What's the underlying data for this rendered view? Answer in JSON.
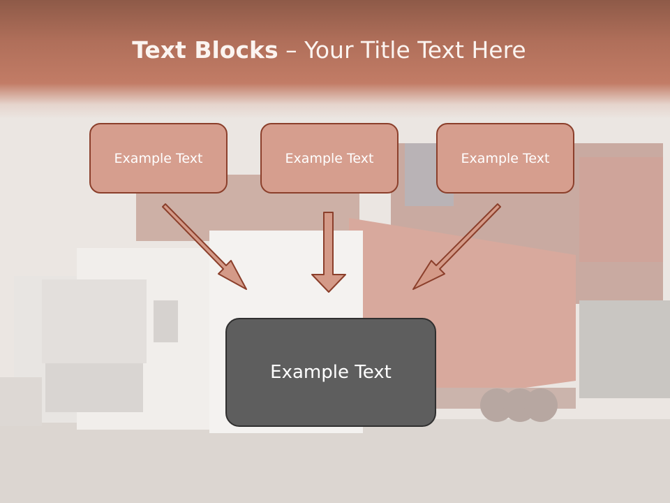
{
  "slide": {
    "title_bold": "Text Blocks",
    "title_rest": " – Your Title Text Here",
    "blocks": [
      {
        "label": "Example Text"
      },
      {
        "label": "Example Text"
      },
      {
        "label": "Example Text"
      }
    ],
    "main_block": {
      "label": "Example Text"
    }
  },
  "colors": {
    "header": "#b06f5a",
    "block_fill": "#d69e8e",
    "block_border": "#8b3f2b",
    "main_fill": "#5e5e5e",
    "arrow_fill": "#d49a88"
  }
}
